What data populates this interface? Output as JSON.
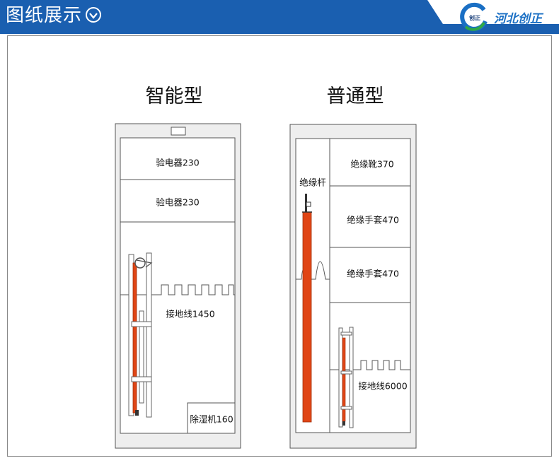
{
  "header": {
    "title": "图纸展示",
    "expand_icon": "circle-chevron-down-icon",
    "brand_name": "河北创正",
    "logo_text": "创正",
    "bar_color": "#1a5fb0"
  },
  "cabinets": [
    {
      "title": "智能型",
      "compartments": [
        "验电器230",
        "验电器230",
        "接地线1450",
        "除湿机160"
      ]
    },
    {
      "title": "普通型",
      "compartments": [
        "绝缘杆",
        "绝缘靴370",
        "绝缘手套470",
        "绝缘手套470",
        "接地线6000"
      ]
    }
  ],
  "colors": {
    "rod": "#e04515",
    "rod_dark": "#a02d08",
    "cabinet_fill": "#eeeeee",
    "line": "#555555"
  }
}
